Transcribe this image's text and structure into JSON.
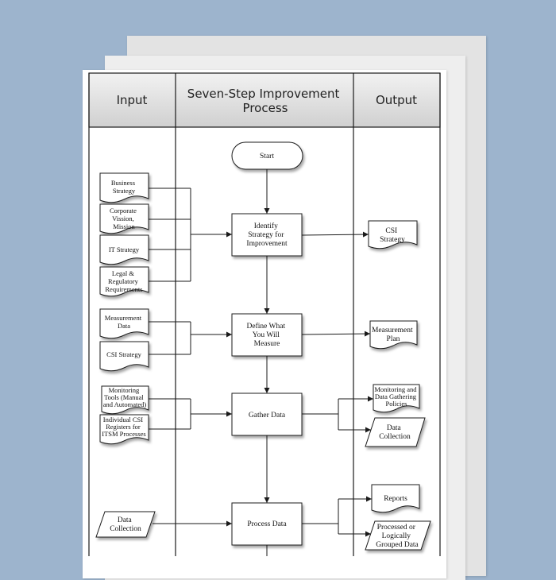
{
  "colors": {
    "background": "#9db4cd",
    "sheet_back": "#e3e3e3",
    "sheet_mid": "#eeeeee",
    "sheet_front": "#ffffff",
    "header_fill": "#d9d9d9",
    "line": "#1a1a1a"
  },
  "header": {
    "input": "Input",
    "process_line1": "Seven-Step Improvement",
    "process_line2": "Process",
    "output": "Output"
  },
  "process": {
    "start": "Start",
    "identify": [
      "Identify",
      "Strategy for",
      "Improvement"
    ],
    "define": [
      "Define What",
      "You Will",
      "Measure"
    ],
    "gather": [
      "Gather Data"
    ],
    "process_data": [
      "Process Data"
    ]
  },
  "inputs": {
    "business_strategy": [
      "Business",
      "Strategy"
    ],
    "corporate_vision": [
      "Corporate",
      "Vission,",
      "Mission"
    ],
    "it_strategy": [
      "IT Strategy"
    ],
    "legal": [
      "Legal &",
      "Regulatory",
      "Requirements"
    ],
    "measurement_data": [
      "Measurement",
      "Data"
    ],
    "csi_strategy": [
      "CSI Strategy"
    ],
    "monitoring_tools": [
      "Monitoring",
      "Tools (Manual",
      "and Automated)"
    ],
    "individual_csi": [
      "Individual CSI",
      "Registers for",
      "ITSM Processes"
    ],
    "data_collection": [
      "Data",
      "Collection"
    ]
  },
  "outputs": {
    "csi_strategy": [
      "CSI",
      "Strategy"
    ],
    "measurement_plan": [
      "Measurement",
      "Plan"
    ],
    "monitoring_policies": [
      "Monitoring and",
      "Data Gathering",
      "Policies"
    ],
    "data_collection": [
      "Data",
      "Collection"
    ],
    "reports": [
      "Reports"
    ],
    "processed": [
      "Processed or",
      "Logically",
      "Grouped Data"
    ]
  }
}
